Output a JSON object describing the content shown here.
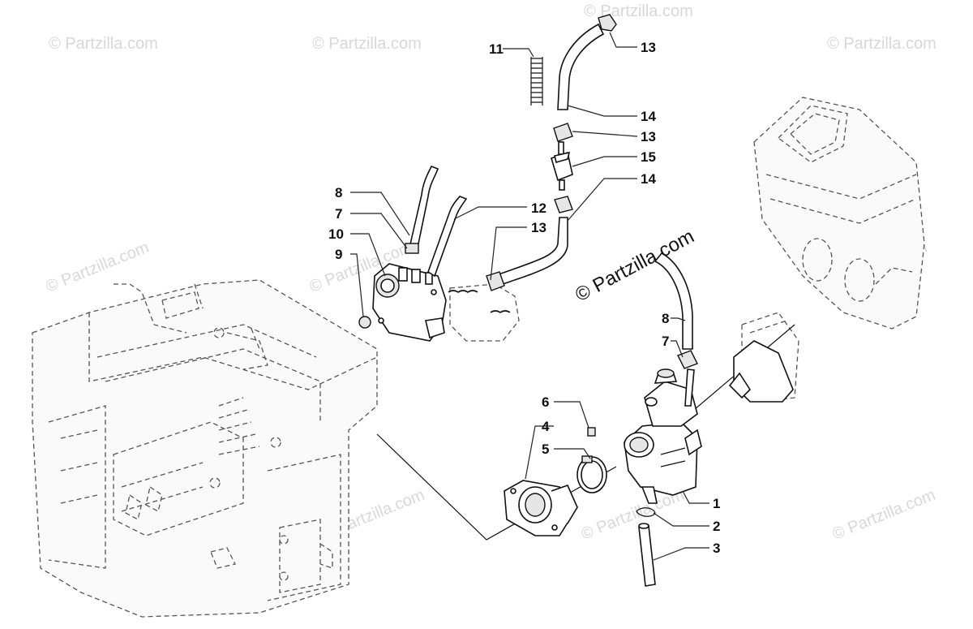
{
  "watermarks": {
    "small": "© Partzilla.com",
    "main": "© Partzilla.com"
  },
  "callouts": {
    "c1": "1",
    "c2": "2",
    "c3": "3",
    "c4": "4",
    "c5": "5",
    "c6": "6",
    "c7_top": "7",
    "c7_right": "7",
    "c8_top": "8",
    "c8_right": "8",
    "c9": "9",
    "c10": "10",
    "c11": "11",
    "c12": "12",
    "c13_top": "13",
    "c13_mid": "13",
    "c13_low": "13",
    "c14_top": "14",
    "c14_low": "14",
    "c15": "15"
  }
}
